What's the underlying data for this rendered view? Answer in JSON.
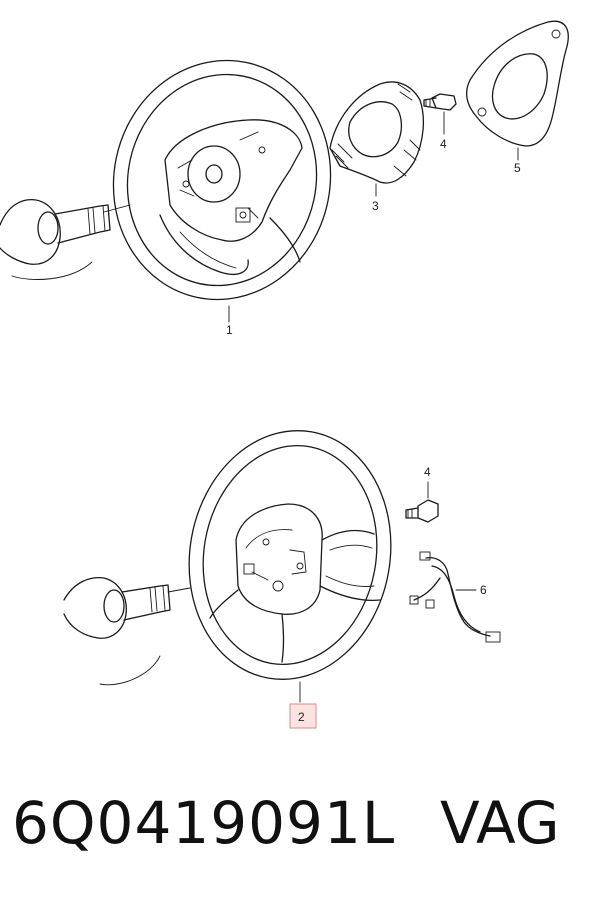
{
  "diagram": {
    "callouts": {
      "c1": "1",
      "c2": "2",
      "c3": "3",
      "c4_top": "4",
      "c4_bottom": "4",
      "c5": "5",
      "c6": "6"
    },
    "highlight_color": "#fbe3e3"
  },
  "caption": {
    "part_number": "6Q0419091L",
    "brand": "VAG"
  }
}
